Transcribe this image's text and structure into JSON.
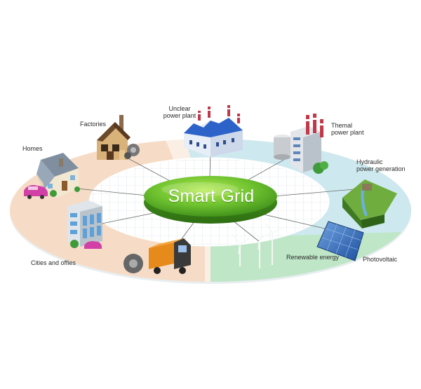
{
  "diagram": {
    "title": "Smart Grid",
    "nodes": [
      {
        "id": "homes",
        "label": "Homes",
        "icon": "house-icon"
      },
      {
        "id": "factories",
        "label": "Factories",
        "icon": "factory-icon"
      },
      {
        "id": "nuclear",
        "label_line1": "Unclear",
        "label_line2": "power plant",
        "icon": "nuclear-plant-icon"
      },
      {
        "id": "thermal",
        "label_line1": "Themal",
        "label_line2": "power plant",
        "icon": "thermal-plant-icon"
      },
      {
        "id": "hydraulic",
        "label_line1": "Hydraulic",
        "label_line2": "power generation",
        "icon": "hydraulic-icon"
      },
      {
        "id": "photovoltaic",
        "label": "Photovoltaic",
        "icon": "solar-panel-icon"
      },
      {
        "id": "renewable",
        "label": "Renewable energy",
        "icon": "wind-turbine-icon"
      },
      {
        "id": "transport",
        "label": "",
        "icon": "truck-icon"
      },
      {
        "id": "cities",
        "label": "Cities and offies",
        "icon": "office-building-icon"
      }
    ],
    "colors": {
      "consumer_zone": "#f6dcc6",
      "generation_zone": "#cde9ef",
      "renewable_zone": "#bfe6c7",
      "hub_green": "#6cc02e",
      "grid_line": "#c9d7dd"
    }
  }
}
